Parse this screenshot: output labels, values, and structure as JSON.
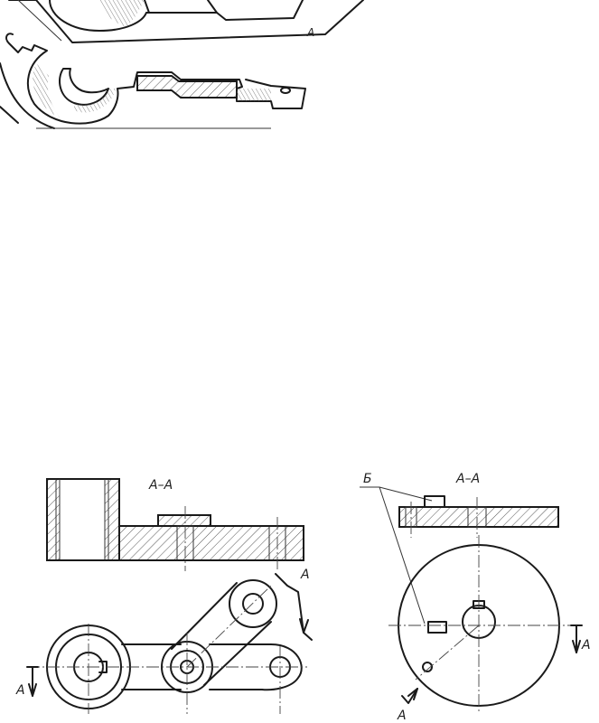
{
  "figure_top": {
    "plane_label": "А"
  },
  "figure_left": {
    "section_title": "А–А",
    "cut_mark_top": "А",
    "cut_mark_left": "А"
  },
  "figure_right": {
    "section_title": "А–А",
    "callout": "Б",
    "cut_mark_right": "А",
    "cut_mark_bottom": "А"
  }
}
